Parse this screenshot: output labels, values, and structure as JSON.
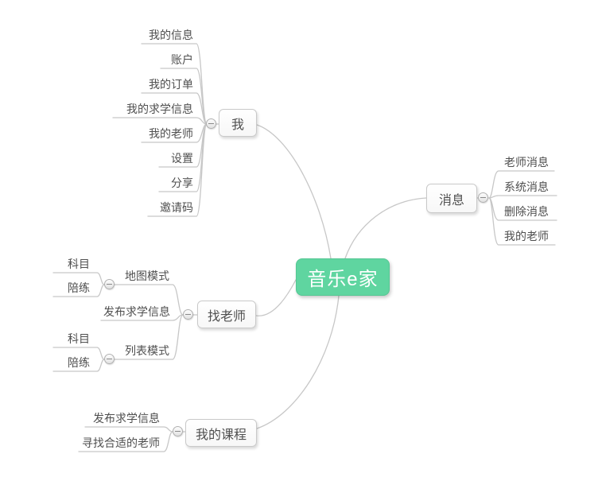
{
  "colors": {
    "accent_green": "#5fd5a0",
    "connector_gray": "#c7c7c7",
    "node_text_gray": "#4f4f4f",
    "node_border_gray": "#c9c9c9"
  },
  "mindmap": {
    "root": {
      "label": "音乐e家"
    },
    "branches": [
      {
        "label": "我",
        "children": [
          {
            "label": "我的信息"
          },
          {
            "label": "账户"
          },
          {
            "label": "我的订单"
          },
          {
            "label": "我的求学信息"
          },
          {
            "label": "我的老师"
          },
          {
            "label": "设置"
          },
          {
            "label": "分享"
          },
          {
            "label": "邀请码"
          }
        ]
      },
      {
        "label": "消息",
        "children": [
          {
            "label": "老师消息"
          },
          {
            "label": "系统消息"
          },
          {
            "label": "删除消息"
          },
          {
            "label": "我的老师"
          }
        ]
      },
      {
        "label": "找老师",
        "children": [
          {
            "label": "地图模式",
            "children": [
              {
                "label": "科目"
              },
              {
                "label": "陪练"
              }
            ]
          },
          {
            "label": "发布求学信息"
          },
          {
            "label": "列表模式",
            "children": [
              {
                "label": "科目"
              },
              {
                "label": "陪练"
              }
            ]
          }
        ]
      },
      {
        "label": "我的课程",
        "children": [
          {
            "label": "发布求学信息"
          },
          {
            "label": "寻找合适的老师"
          }
        ]
      }
    ]
  }
}
